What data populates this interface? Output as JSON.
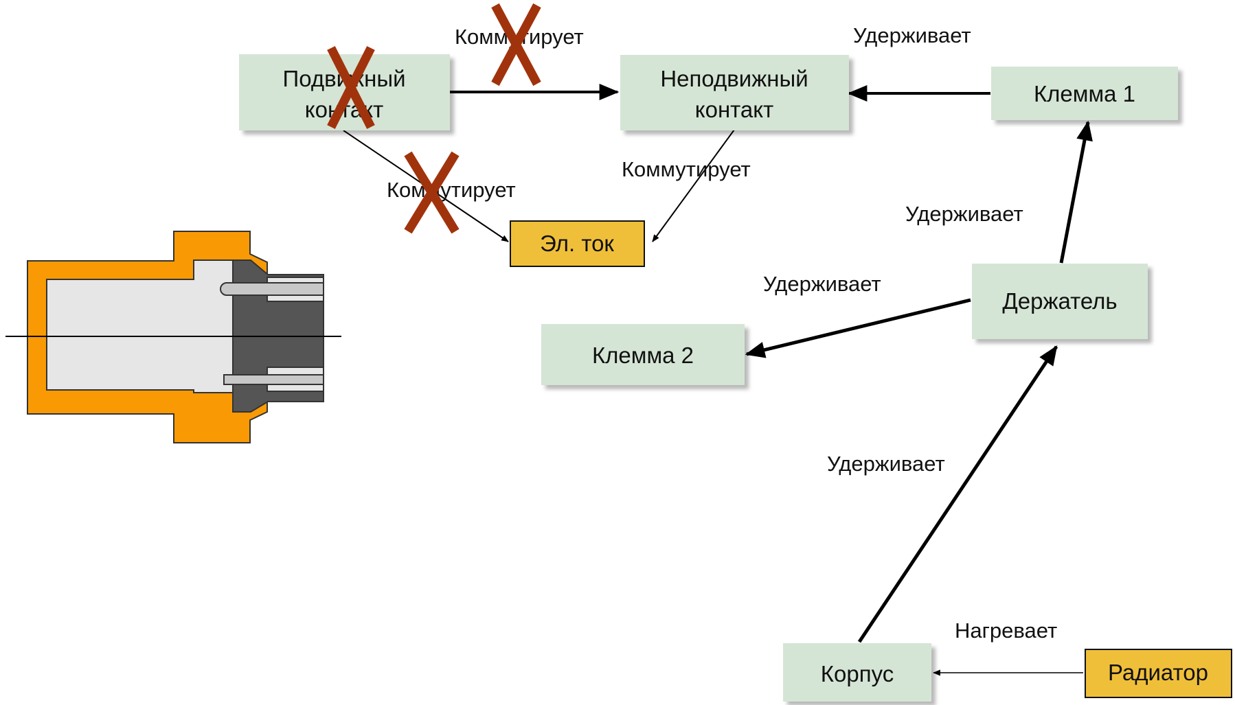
{
  "nodes": {
    "movable_contact": {
      "lines": [
        "Подвижный",
        "контакт"
      ],
      "kind": "component"
    },
    "fixed_contact": {
      "lines": [
        "Неподвижный",
        "контакт"
      ],
      "kind": "component"
    },
    "terminal_1": {
      "lines": [
        "Клемма 1"
      ],
      "kind": "component"
    },
    "current": {
      "lines": [
        "Эл. ток"
      ],
      "kind": "product"
    },
    "holder": {
      "lines": [
        "Держатель"
      ],
      "kind": "component"
    },
    "terminal_2": {
      "lines": [
        "Клемма 2"
      ],
      "kind": "component"
    },
    "housing": {
      "lines": [
        "Корпус"
      ],
      "kind": "component"
    },
    "radiator": {
      "lines": [
        "Радиатор"
      ],
      "kind": "supersystem"
    }
  },
  "edges": [
    {
      "from": "movable_contact",
      "to": "fixed_contact",
      "label": "Коммутирует",
      "crossed_out": true
    },
    {
      "from": "movable_contact",
      "to": "current",
      "label": "Коммутирует",
      "crossed_out": true
    },
    {
      "from": "fixed_contact",
      "to": "current",
      "label": "Коммутирует",
      "crossed_out": false
    },
    {
      "from": "terminal_1",
      "to": "fixed_contact",
      "label": "Удерживает",
      "crossed_out": false
    },
    {
      "from": "holder",
      "to": "terminal_1",
      "label": "Удерживает",
      "crossed_out": false
    },
    {
      "from": "holder",
      "to": "terminal_2",
      "label": "Удерживает",
      "crossed_out": false
    },
    {
      "from": "housing",
      "to": "holder",
      "label": "Удерживает",
      "crossed_out": false
    },
    {
      "from": "radiator",
      "to": "housing",
      "label": "Нагревает",
      "crossed_out": false
    }
  ],
  "colors": {
    "component_fill": "#d5e5d5",
    "product_fill": "#f0bf3a",
    "cross_mark": "#a1330c",
    "housing_orange": "#f99a05",
    "insert_dark": "#555555",
    "cavity_gray": "#e6e6e6"
  }
}
